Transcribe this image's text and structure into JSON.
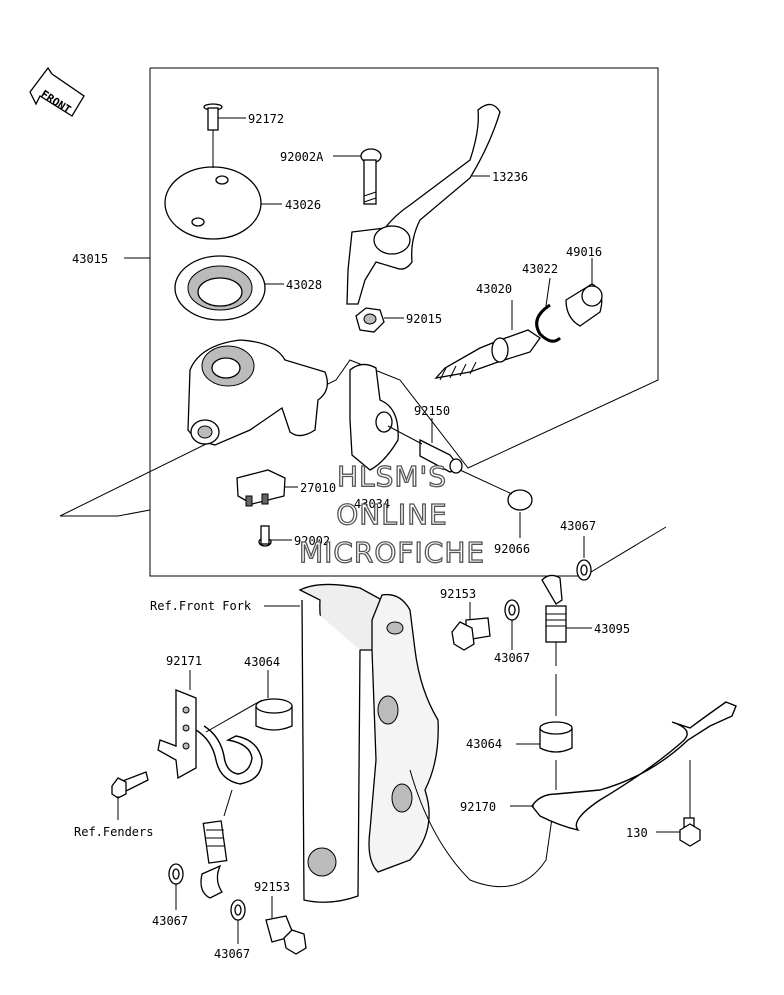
{
  "front_label": "FRONT",
  "labels": {
    "p92172": "92172",
    "p92002a": "92002A",
    "p13236": "13236",
    "p43026": "43026",
    "p43015": "43015",
    "p43028": "43028",
    "p49016": "49016",
    "p43022": "43022",
    "p43020": "43020",
    "p92015": "92015",
    "p92150": "92150",
    "p27010": "27010",
    "p43034": "43034",
    "p92002": "92002",
    "p92066": "92066",
    "p43067_a": "43067",
    "ref_front_fork": "Ref.Front Fork",
    "p92153_a": "92153",
    "p43095": "43095",
    "p43067_b": "43067",
    "p92171": "92171",
    "p43064_a": "43064",
    "p43064_b": "43064",
    "p92170": "92170",
    "ref_fenders": "Ref.Fenders",
    "p130": "130",
    "p43067_c": "43067",
    "p92153_b": "92153",
    "p43067_d": "43067"
  },
  "watermark": {
    "line1": "HLSM'S",
    "line2": "ONLINE",
    "line3": "MICROFICHE"
  }
}
